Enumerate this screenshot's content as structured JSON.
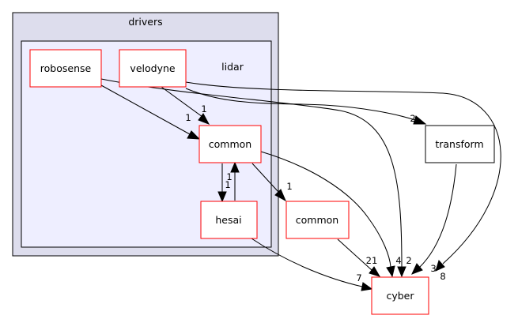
{
  "graph": {
    "clusters": {
      "drivers": {
        "label": "drivers"
      },
      "lidar": {
        "label": "lidar"
      }
    },
    "nodes": {
      "robosense": {
        "label": "robosense",
        "border": "#ff0000"
      },
      "velodyne": {
        "label": "velodyne",
        "border": "#ff0000"
      },
      "lidar_common": {
        "label": "common",
        "border": "#ff0000"
      },
      "hesai": {
        "label": "hesai",
        "border": "#ff0000"
      },
      "common": {
        "label": "common",
        "border": "#ff0000"
      },
      "transform": {
        "label": "transform",
        "border": "#000000"
      },
      "cyber": {
        "label": "cyber",
        "border": "#ff0000"
      }
    },
    "edges": {
      "robosense_lidar_common": "1",
      "velodyne_lidar_common": "1",
      "velodyne_transform": "2",
      "lidar_common_hesai": "1",
      "hesai_lidar_common": "1",
      "lidar_common_common": "1",
      "common_cyber": "21",
      "lidar_common_cyber": "4",
      "robosense_cyber": "2",
      "transform_cyber": "3",
      "velodyne_cyber": "8",
      "hesai_cyber": "7"
    },
    "colors": {
      "drivers_fill": "#dddded",
      "lidar_fill": "#eeeeff",
      "node_border_red": "#ff0000",
      "node_border_black": "#000000"
    }
  }
}
